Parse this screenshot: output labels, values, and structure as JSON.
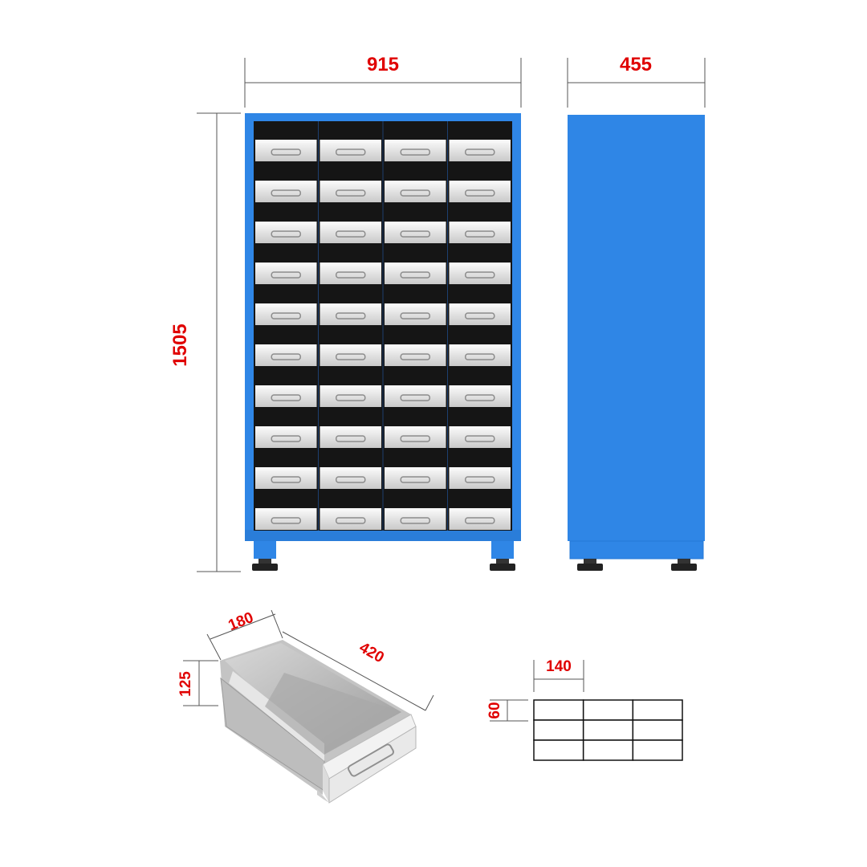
{
  "colors": {
    "cabinet_blue": "#2f86e6",
    "cabinet_edge": "#1e6fd0",
    "cavity_black": "#151515",
    "drawer_face": "#d9d9d9",
    "drawer_light": "#f2f2f2",
    "dimension_text": "#e00000",
    "dimension_line": "#555555"
  },
  "front_view": {
    "width_label": "915",
    "height_label": "1505",
    "drawer_columns": 4,
    "drawer_rows": 10
  },
  "side_view": {
    "depth_label": "455"
  },
  "drawer_detail": {
    "width_label": "180",
    "length_label": "420",
    "height_label": "125"
  },
  "divider_grid": {
    "cell_width_label": "140",
    "cell_height_label": "60",
    "columns": 3,
    "rows": 3
  }
}
